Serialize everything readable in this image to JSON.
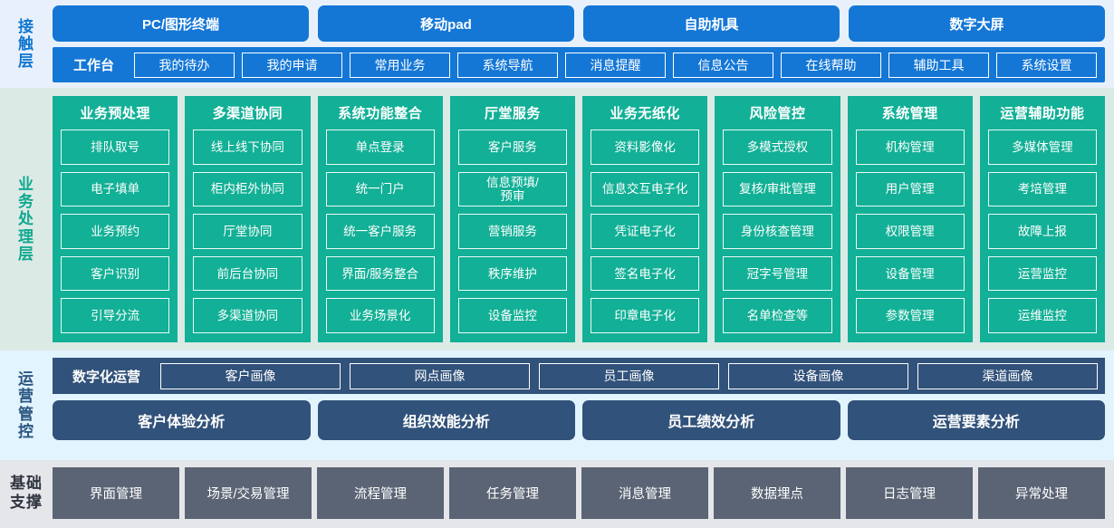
{
  "bands": {
    "access": {
      "label": "接触层",
      "terminals": [
        "PC/图形终端",
        "移动pad",
        "自助机具",
        "数字大屏"
      ],
      "workbench_label": "工作台",
      "chips": [
        "我的待办",
        "我的申请",
        "常用业务",
        "系统导航",
        "消息提醒",
        "信息公告",
        "在线帮助",
        "辅助工具",
        "系统设置"
      ]
    },
    "business": {
      "label": "业务处理层",
      "columns": [
        {
          "title": "业务预处理",
          "items": [
            "排队取号",
            "电子填单",
            "业务预约",
            "客户识别",
            "引导分流"
          ]
        },
        {
          "title": "多渠道协同",
          "items": [
            "线上线下协同",
            "柜内柜外协同",
            "厅堂协同",
            "前后台协同",
            "多渠道协同"
          ]
        },
        {
          "title": "系统功能整合",
          "items": [
            "单点登录",
            "统一门户",
            "统一客户服务",
            "界面/服务整合",
            "业务场景化"
          ]
        },
        {
          "title": "厅堂服务",
          "items": [
            "客户服务",
            "信息预填/\n预审",
            "营销服务",
            "秩序维护",
            "设备监控"
          ]
        },
        {
          "title": "业务无纸化",
          "items": [
            "资料影像化",
            "信息交互电子化",
            "凭证电子化",
            "签名电子化",
            "印章电子化"
          ]
        },
        {
          "title": "风险管控",
          "items": [
            "多模式授权",
            "复核/审批管理",
            "身份核查管理",
            "冠字号管理",
            "名单检查等"
          ]
        },
        {
          "title": "系统管理",
          "items": [
            "机构管理",
            "用户管理",
            "权限管理",
            "设备管理",
            "参数管理"
          ]
        },
        {
          "title": "运营辅助功能",
          "items": [
            "多媒体管理",
            "考培管理",
            "故障上报",
            "运营监控",
            "运维监控"
          ]
        }
      ]
    },
    "operations": {
      "label": "运营管控",
      "digital_ops_label": "数字化运营",
      "portraits": [
        "客户画像",
        "网点画像",
        "员工画像",
        "设备画像",
        "渠道画像"
      ],
      "analyses": [
        "客户体验分析",
        "组织效能分析",
        "员工绩效分析",
        "运营要素分析"
      ]
    },
    "base": {
      "label": "基础\n支撑",
      "items": [
        "界面管理",
        "场景/交易管理",
        "流程管理",
        "任务管理",
        "消息管理",
        "数据埋点",
        "日志管理",
        "异常处理"
      ]
    }
  },
  "colors": {
    "access_accent": "#1477d6",
    "access_bg": "#e8f1fb",
    "business_accent": "#12b096",
    "business_bg": "#dceae6",
    "operations_accent": "#31527a",
    "operations_bg": "#e2f4fd",
    "base_accent": "#5b6474",
    "base_bg": "#e4e6ea"
  }
}
